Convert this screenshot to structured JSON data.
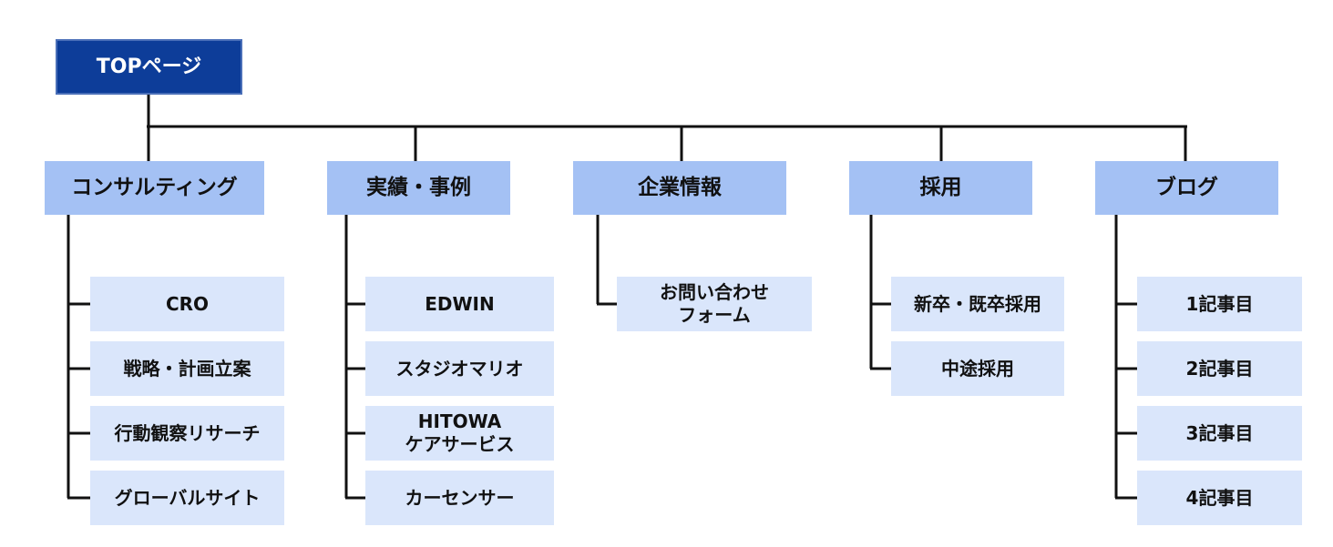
{
  "colors": {
    "top_fill": "#0d3d99",
    "category_fill": "#a4c1f4",
    "leaf_fill": "#dae6fb",
    "connector": "#111111"
  },
  "top": {
    "label": "TOPページ"
  },
  "categories": [
    {
      "label": "コンサルティング",
      "children": [
        "CRO",
        "戦略・計画立案",
        "行動観察リサーチ",
        "グローバルサイト"
      ]
    },
    {
      "label": "実績・事例",
      "children": [
        "EDWIN",
        "スタジオマリオ",
        "HITOWA\nケアサービス",
        "カーセンサー"
      ]
    },
    {
      "label": "企業情報",
      "children": [
        "お問い合わせ\nフォーム"
      ]
    },
    {
      "label": "採用",
      "children": [
        "新卒・既卒採用",
        "中途採用"
      ]
    },
    {
      "label": "ブログ",
      "children": [
        "1記事目",
        "2記事目",
        "3記事目",
        "4記事目"
      ]
    }
  ]
}
